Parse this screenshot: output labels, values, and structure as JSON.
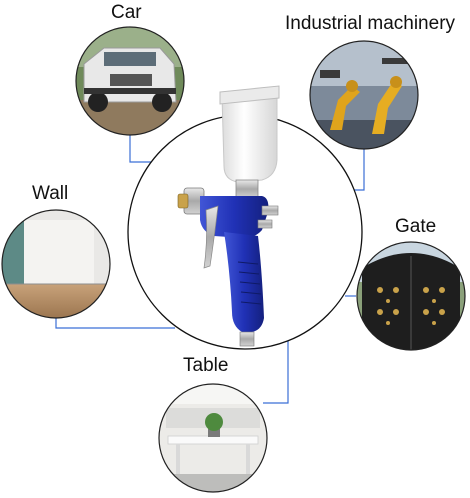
{
  "labels": {
    "car": "Car",
    "industrial": "Industrial machinery",
    "wall": "Wall",
    "gate": "Gate",
    "table": "Table"
  },
  "colors": {
    "connector": "#3b6fd6",
    "gun_body": "#2233b8",
    "cup": "#f2f2f2"
  }
}
